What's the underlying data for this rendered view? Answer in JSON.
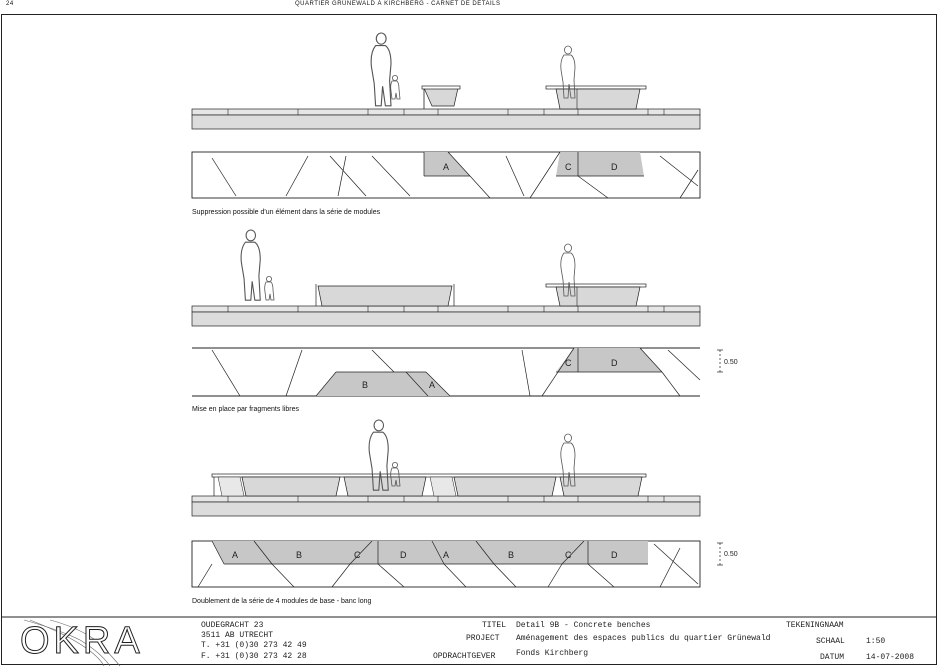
{
  "header": {
    "page_number": "24",
    "title": "QUARTIER GRÜNEWALD À KIRCHBERG - CARNET DE DÉTAILS"
  },
  "sections": [
    {
      "caption": "Suppression possible d'un élément dans la série de modules",
      "plan_labels": [
        "A",
        "C",
        "D"
      ]
    },
    {
      "caption": "Mise en place par fragments libres",
      "plan_labels": [
        "B",
        "A",
        "C",
        "D"
      ],
      "dimension": "0.50"
    },
    {
      "caption": "Doublement de la série de 4 modules de base - banc long",
      "plan_labels": [
        "A",
        "B",
        "C",
        "D",
        "A",
        "B",
        "C",
        "D"
      ],
      "dimension": "0.50"
    }
  ],
  "title_block": {
    "logo_text": "OKRA",
    "address": [
      "OUDEGRACHT 23",
      "3511 AB UTRECHT",
      "T. +31 (0)30 273 42 49",
      "F. +31 (0)30 273 42 28"
    ],
    "fields": [
      {
        "label": "TITEL",
        "value": "Detail 9B - Concrete benches"
      },
      {
        "label": "PROJECT",
        "value": "Aménagement des espaces publics du quartier Grünewald"
      },
      {
        "label": "OPDRACHTGEVER",
        "value": "Fonds Kirchberg"
      }
    ],
    "drawing_name_label": "TEKENINGNAAM",
    "scale_label": "SCHAAL",
    "scale_value": "1:50",
    "date_label": "DATUM",
    "date_value": "14-07-2008"
  },
  "colors": {
    "fill_gray": "#c7c7c7",
    "line": "#222222",
    "ground": "#dcdcdc"
  }
}
